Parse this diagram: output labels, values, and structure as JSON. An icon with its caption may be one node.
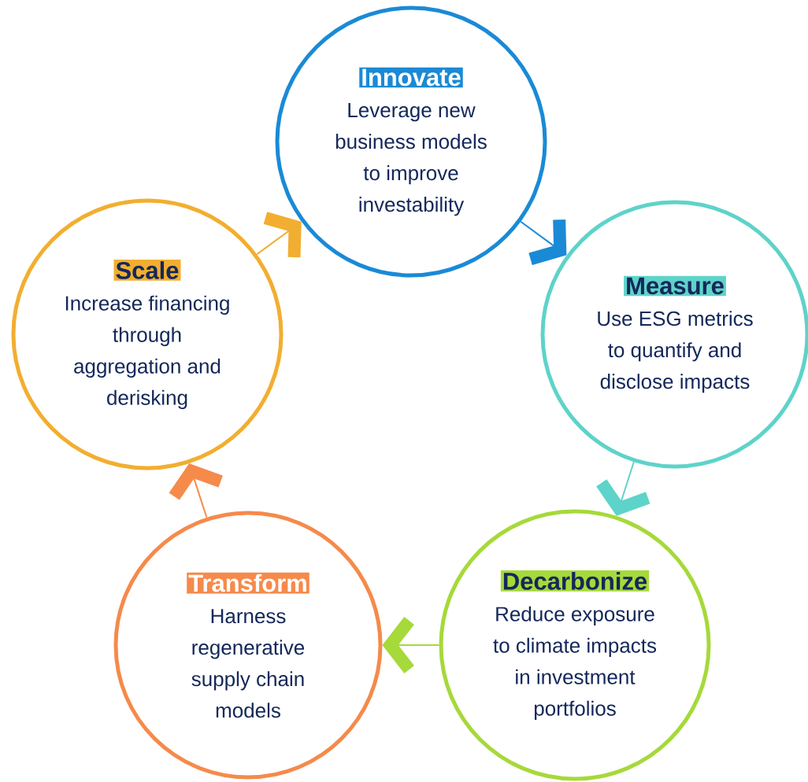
{
  "diagram": {
    "nodes": [
      {
        "text": [
          "Innovate",
          "Leverage new business models to improve investability"
        ]
      },
      {
        "text": [
          "Measure",
          "Use ESG metrics to quantify and disclose impacts"
        ]
      },
      {
        "text": [
          "Decarbonize",
          "Reduce exposure to climate impacts in investment portfolios"
        ]
      },
      {
        "text": [
          "Transform",
          "Harness regenerative supply chain models"
        ]
      },
      {
        "text": [
          "Scale",
          "Increase financing through aggregation and derisking"
        ]
      }
    ],
    "edges": [
      {
        "from": 0,
        "to": 1,
        "arrow": "to",
        "color": "#1a8ad6"
      },
      {
        "from": 1,
        "to": 2,
        "arrow": "to",
        "color": "#5ed3c9"
      },
      {
        "from": 2,
        "to": 3,
        "arrow": "to",
        "color": "#a6d93a"
      },
      {
        "from": 3,
        "to": 4,
        "arrow": "to",
        "color": "#f58a4b"
      },
      {
        "from": 4,
        "to": 0,
        "arrow": "to",
        "color": "#f2ae30"
      }
    ]
  }
}
